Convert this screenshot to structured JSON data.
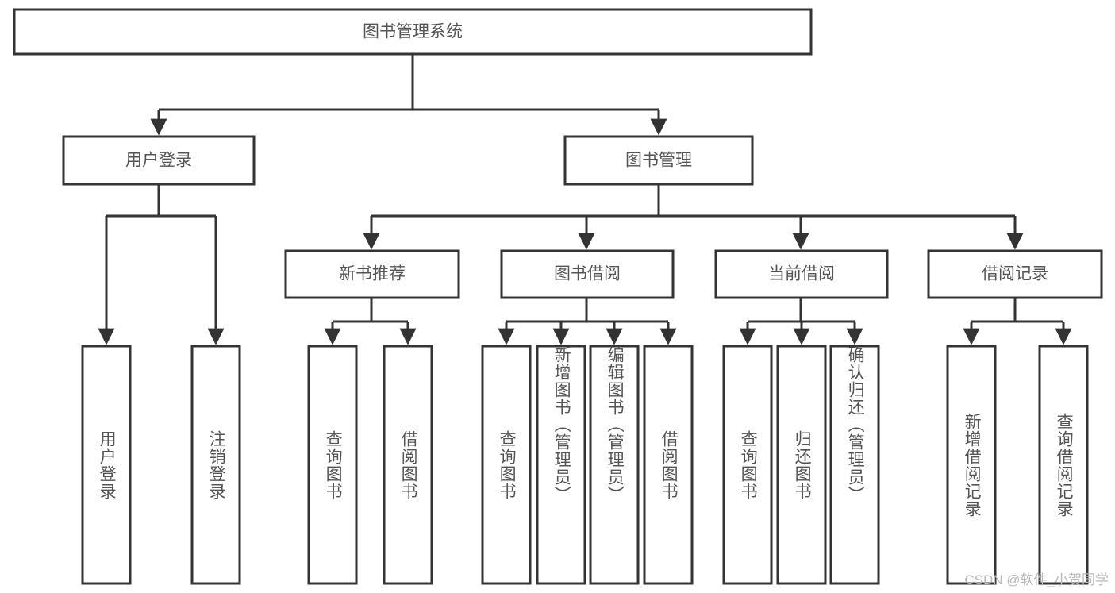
{
  "diagram": {
    "title": "图书管理系统",
    "watermark": "CSDN @软件_小贺同学",
    "colors": {
      "stroke": "#333333",
      "box_fill": "#ffffff",
      "label_text": "#555555",
      "watermark_text": "#b9b9b9",
      "background": "#ffffff"
    },
    "levels": {
      "root": {
        "label": "图书管理系统"
      },
      "level2": [
        {
          "label": "用户登录"
        },
        {
          "label": "图书管理"
        }
      ],
      "level3": [
        {
          "label": "新书推荐"
        },
        {
          "label": "图书借阅"
        },
        {
          "label": "当前借阅"
        },
        {
          "label": "借阅记录"
        }
      ],
      "leaves": {
        "user_login": [
          {
            "label": "用户登录"
          },
          {
            "label": "注销登录"
          }
        ],
        "new_book_recommend": [
          {
            "label": "查询图书"
          },
          {
            "label": "借阅图书"
          }
        ],
        "book_borrow": [
          {
            "label": "查询图书"
          },
          {
            "label": "新增图书（管理员）"
          },
          {
            "label": "编辑图书（管理员）"
          },
          {
            "label": "借阅图书"
          }
        ],
        "current_borrow": [
          {
            "label": "查询图书"
          },
          {
            "label": "归还图书"
          },
          {
            "label": "确认归还（管理员）"
          }
        ],
        "borrow_record": [
          {
            "label": "新增借阅记录"
          },
          {
            "label": "查询借阅记录"
          }
        ]
      }
    }
  }
}
